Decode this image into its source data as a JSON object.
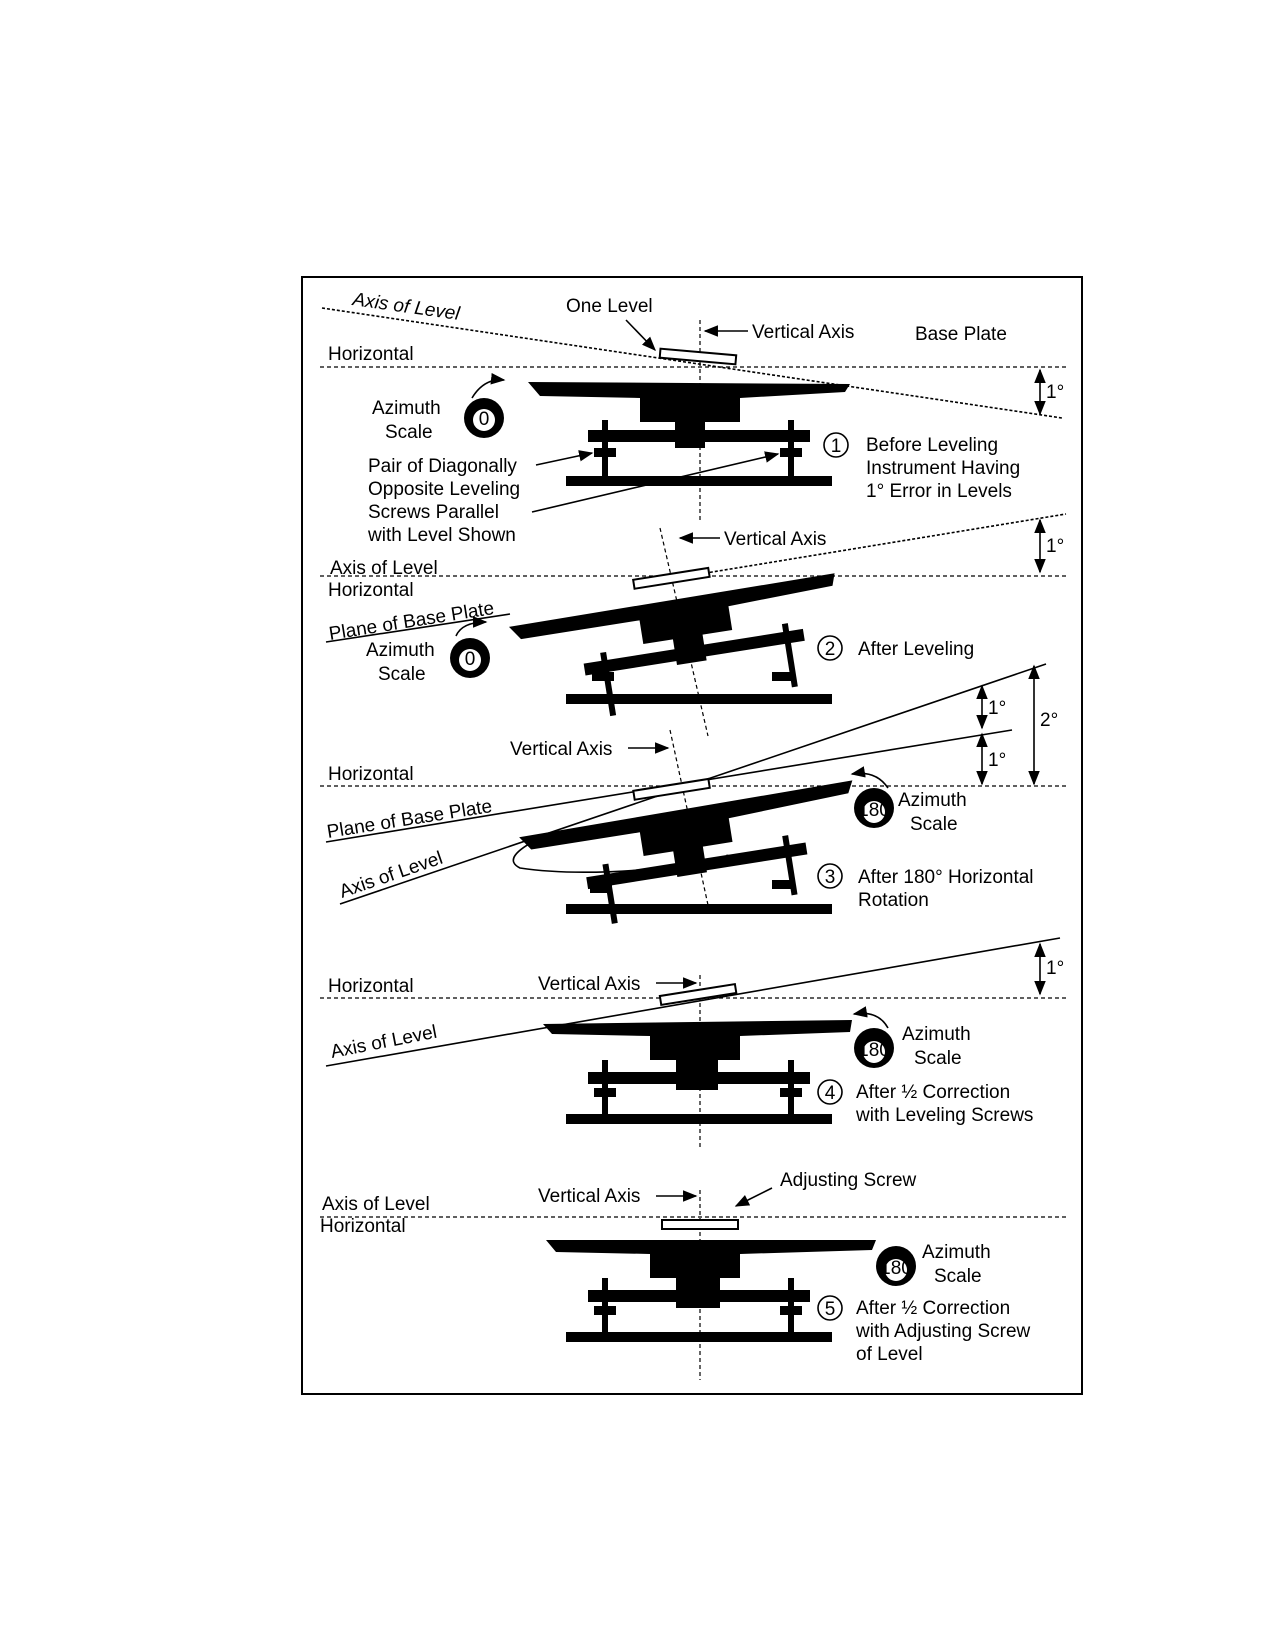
{
  "panels": [
    {
      "number": "1",
      "caption": [
        "Before Leveling",
        "Instrument Having",
        "1° Error in Levels"
      ],
      "azimuth_value": "0",
      "labels": {
        "axis_of_level": "Axis of Level",
        "one_level": "One Level",
        "vertical_axis": "Vertical Axis",
        "base_plate": "Base Plate",
        "horizontal": "Horizontal",
        "azimuth": "Azimuth",
        "scale": "Scale",
        "screws_note": [
          "Pair of Diagonally",
          "Opposite Leveling",
          "Screws Parallel",
          "with Level Shown"
        ],
        "angle": "1°"
      }
    },
    {
      "number": "2",
      "caption": [
        "After Leveling"
      ],
      "azimuth_value": "0",
      "labels": {
        "vertical_axis": "Vertical Axis",
        "axis_of_level": "Axis of Level",
        "horizontal": "Horizontal",
        "plane_of_base_plate": "Plane of Base Plate",
        "azimuth": "Azimuth",
        "scale": "Scale",
        "angle": "1°"
      }
    },
    {
      "number": "3",
      "caption": [
        "After 180° Horizontal",
        "Rotation"
      ],
      "azimuth_value": "180",
      "labels": {
        "vertical_axis": "Vertical Axis",
        "horizontal": "Horizontal",
        "plane_of_base_plate": "Plane of Base Plate",
        "axis_of_level": "Axis of Level",
        "azimuth": "Azimuth",
        "scale": "Scale",
        "angle_upper": "1°",
        "angle_lower": "1°",
        "angle_total": "2°"
      }
    },
    {
      "number": "4",
      "caption": [
        "After ½ Correction",
        "with Leveling Screws"
      ],
      "azimuth_value": "180",
      "labels": {
        "horizontal": "Horizontal",
        "vertical_axis": "Vertical Axis",
        "axis_of_level": "Axis of Level",
        "azimuth": "Azimuth",
        "scale": "Scale",
        "angle": "1°"
      }
    },
    {
      "number": "5",
      "caption": [
        "After ½ Correction",
        "with Adjusting Screw",
        "of Level"
      ],
      "azimuth_value": "180",
      "labels": {
        "vertical_axis": "Vertical Axis",
        "adjusting_screw": "Adjusting Screw",
        "axis_of_level": "Axis of Level",
        "horizontal": "Horizontal",
        "azimuth": "Azimuth",
        "scale": "Scale"
      }
    }
  ]
}
